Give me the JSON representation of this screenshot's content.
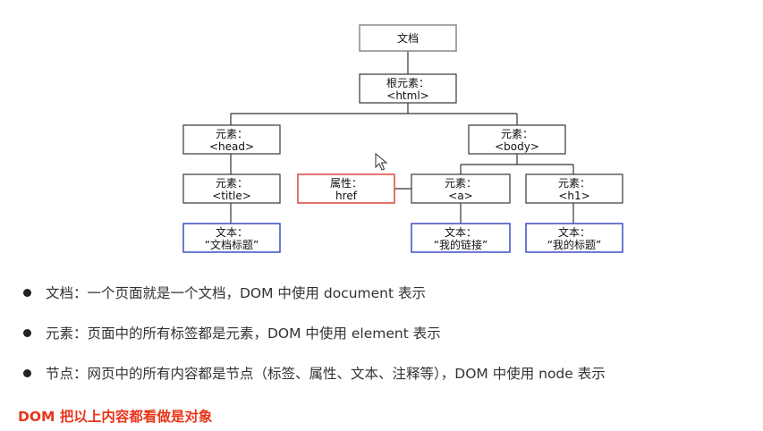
{
  "tree": {
    "doc": {
      "lines": [
        "文档"
      ]
    },
    "html": {
      "lines": [
        "根元素：",
        "<html>"
      ]
    },
    "head": {
      "lines": [
        "元素：",
        "<head>"
      ]
    },
    "body": {
      "lines": [
        "元素：",
        "<body>"
      ]
    },
    "title": {
      "lines": [
        "元素：",
        "<title>"
      ]
    },
    "attr": {
      "lines": [
        "属性：",
        "href"
      ]
    },
    "a": {
      "lines": [
        "元素：",
        "<a>"
      ]
    },
    "h1": {
      "lines": [
        "元素：",
        "<h1>"
      ]
    },
    "text_title": {
      "lines": [
        "文本：",
        "“文档标题”"
      ]
    },
    "text_a": {
      "lines": [
        "文本：",
        "“我的链接”"
      ]
    },
    "text_h1": {
      "lines": [
        "文本：",
        "“我的标题”"
      ]
    }
  },
  "colors": {
    "default_border": "#444444",
    "attribute_border": "#d9473f",
    "text_border": "#3b4fc4",
    "root_border": "#888888",
    "conclusion": "#e8361b"
  },
  "bullets": [
    "文档：一个页面就是一个文档，DOM 中使用 document 表示",
    "元素：页面中的所有标签都是元素，DOM 中使用 element 表示",
    "节点：网页中的所有内容都是节点（标签、属性、文本、注释等），DOM 中使用 node 表示"
  ],
  "conclusion": "DOM 把以上内容都看做是对象",
  "cursor_icon": "mouse-pointer-icon"
}
